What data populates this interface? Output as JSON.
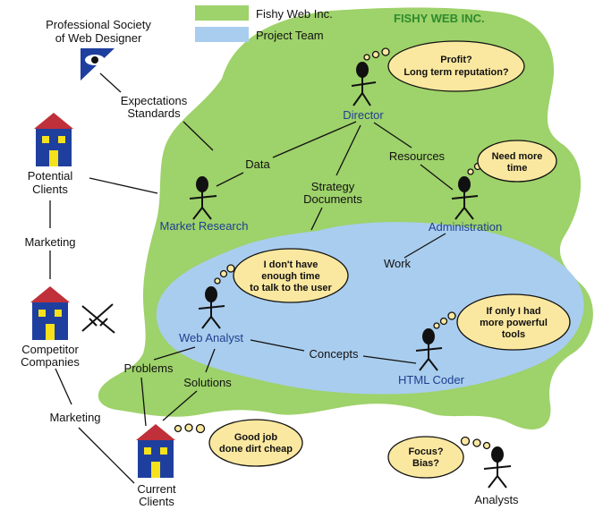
{
  "colors": {
    "company": "#9ed26a",
    "team": "#a9cdee",
    "bubble": "#fbe8a0",
    "role_text": "#1f3f8f",
    "brand_text": "#2e8b2e",
    "house_body": "#1f3f9f",
    "house_roof": "#c0303a",
    "house_window": "#f5e21b"
  },
  "legend": {
    "company": "Fishy Web Inc.",
    "team": "Project Team"
  },
  "company_name": "FISHY WEB INC.",
  "roles": {
    "director": "Director",
    "market_research": "Market Research",
    "administration": "Administration",
    "web_analyst": "Web Analyst",
    "html_coder": "HTML Coder",
    "analysts": "Analysts"
  },
  "external": {
    "society_line1": "Professional Society",
    "society_line2": "of Web Designer",
    "potential_clients_line1": "Potential",
    "potential_clients_line2": "Clients",
    "competitors_line1": "Competitor",
    "competitors_line2": "Companies",
    "current_clients_line1": "Current",
    "current_clients_line2": "Clients"
  },
  "links": {
    "expectations": "Expectations",
    "standards": "Standards",
    "data": "Data",
    "strategy": "Strategy",
    "documents": "Documents",
    "resources": "Resources",
    "work": "Work",
    "concepts": "Concepts",
    "problems": "Problems",
    "solutions": "Solutions",
    "marketing_top": "Marketing",
    "marketing_bottom": "Marketing"
  },
  "thoughts": {
    "director_1": "Profit?",
    "director_2": "Long term reputation?",
    "admin_1": "Need more",
    "admin_2": "time",
    "analyst_1": "I don't have",
    "analyst_2": "enough time",
    "analyst_3": "to talk to the user",
    "coder_1": "If only I had",
    "coder_2": "more powerful",
    "coder_3": "tools",
    "clients_1": "Good job",
    "clients_2": "done dirt cheap",
    "analysts_1": "Focus?",
    "analysts_2": "Bias?"
  },
  "icons": [
    "eye-logo-icon",
    "house-icon",
    "crossed-swords-icon",
    "stick-figure-icon",
    "thought-bubble-icon"
  ]
}
